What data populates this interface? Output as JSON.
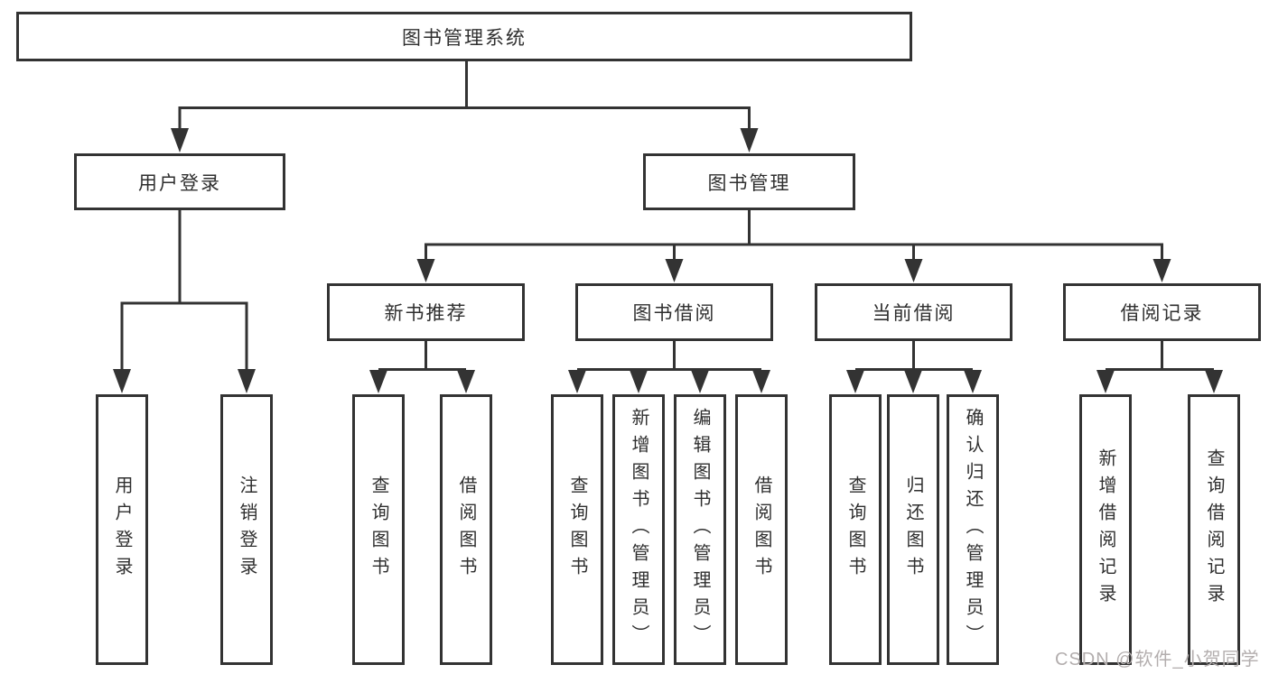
{
  "nodes": {
    "root": "图书管理系统",
    "user_login": "用户登录",
    "book_management": "图书管理",
    "new_book_recommend": "新书推荐",
    "book_borrowing": "图书借阅",
    "current_borrowing": "当前借阅",
    "borrowing_records": "借阅记录",
    "l_user_login": "用户登录",
    "l_logout": "注销登录",
    "l_nbr_query_books": "查询图书",
    "l_nbr_borrow_books": "借阅图书",
    "l_bb_query_books": "查询图书",
    "l_bb_add_books_admin": "新增图书（管理员）",
    "l_bb_edit_books_admin": "编辑图书（管理员）",
    "l_bb_borrow_books": "借阅图书",
    "l_cb_query_books": "查询图书",
    "l_cb_return_books": "归还图书",
    "l_cb_confirm_return_admin": "确认归还（管理员）",
    "l_br_add_record": "新增借阅记录",
    "l_br_query_record": "查询借阅记录"
  },
  "watermark": "CSDN @软件_小贺同学",
  "colors": {
    "line": "#333333",
    "text": "#2f2f2f",
    "watermark": "#b3aeae",
    "background": "#ffffff",
    "box_fill": "#ffffff"
  },
  "chart_data": {
    "type": "tree",
    "title": "图书管理系统",
    "root": {
      "label": "图书管理系统",
      "children": [
        {
          "label": "用户登录",
          "children": [
            "用户登录",
            "注销登录"
          ]
        },
        {
          "label": "图书管理",
          "children": [
            {
              "label": "新书推荐",
              "children": [
                "查询图书",
                "借阅图书"
              ]
            },
            {
              "label": "图书借阅",
              "children": [
                "查询图书",
                "新增图书（管理员）",
                "编辑图书（管理员）",
                "借阅图书"
              ]
            },
            {
              "label": "当前借阅",
              "children": [
                "查询图书",
                "归还图书",
                "确认归还（管理员）"
              ]
            },
            {
              "label": "借阅记录",
              "children": [
                "新增借阅记录",
                "查询借阅记录"
              ]
            }
          ]
        }
      ]
    }
  }
}
